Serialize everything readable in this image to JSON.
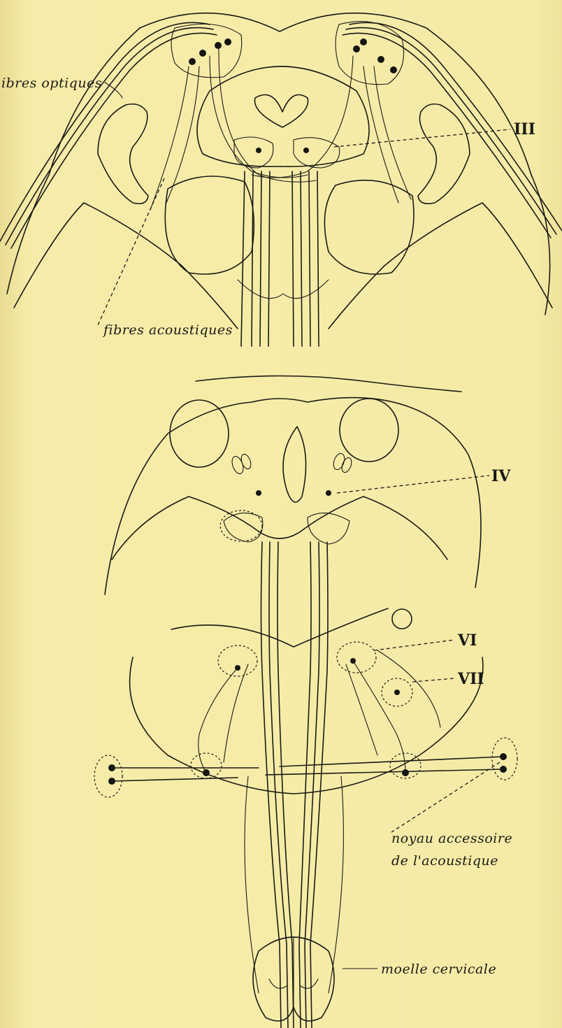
{
  "labels": {
    "fibres_optiques": "ibres optiques",
    "fibres_acoustiques": "fibres acoustiques",
    "nerve_III": "III",
    "nerve_IV": "IV",
    "nerve_VI": "VI",
    "nerve_VII": "VII",
    "noyau_line1": "noyau accessoire",
    "noyau_line2": "de l'acoustique",
    "moelle": "moelle cervicale"
  }
}
